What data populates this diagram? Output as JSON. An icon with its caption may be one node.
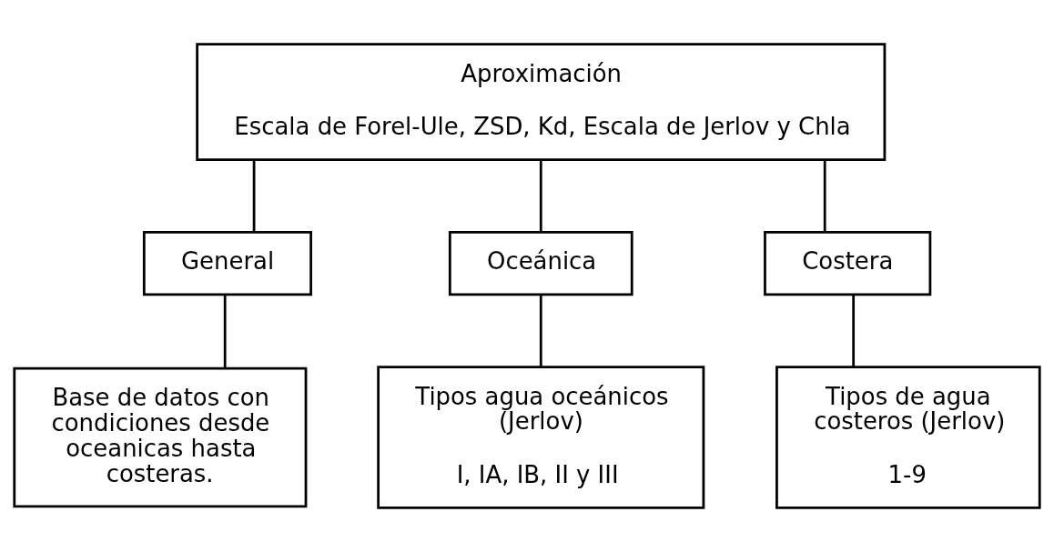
{
  "diagram": {
    "nodes": [
      {
        "text": [
          "Aproximación",
          "Escala de Forel-Ule, ZSD, Kd, Escala de Jerlov y Chla"
        ]
      },
      {
        "text": [
          "General"
        ]
      },
      {
        "text": [
          "Oceánica"
        ]
      },
      {
        "text": [
          "Costera"
        ]
      },
      {
        "text": [
          "Base de datos con condiciones desde oceanicas hasta costeras."
        ]
      },
      {
        "text": [
          "Tipos agua oceánicos (Jerlov)",
          "I, IA, IB, II y III"
        ]
      },
      {
        "text": [
          "Tipos de agua costeros (Jerlov)",
          "1-9"
        ]
      }
    ],
    "edges": [
      {
        "from": 0,
        "to": 1,
        "arrow": "none"
      },
      {
        "from": 0,
        "to": 2,
        "arrow": "none"
      },
      {
        "from": 0,
        "to": 3,
        "arrow": "none"
      },
      {
        "from": 1,
        "to": 4,
        "arrow": "none"
      },
      {
        "from": 2,
        "to": 5,
        "arrow": "none"
      },
      {
        "from": 3,
        "to": 6,
        "arrow": "none"
      }
    ]
  }
}
